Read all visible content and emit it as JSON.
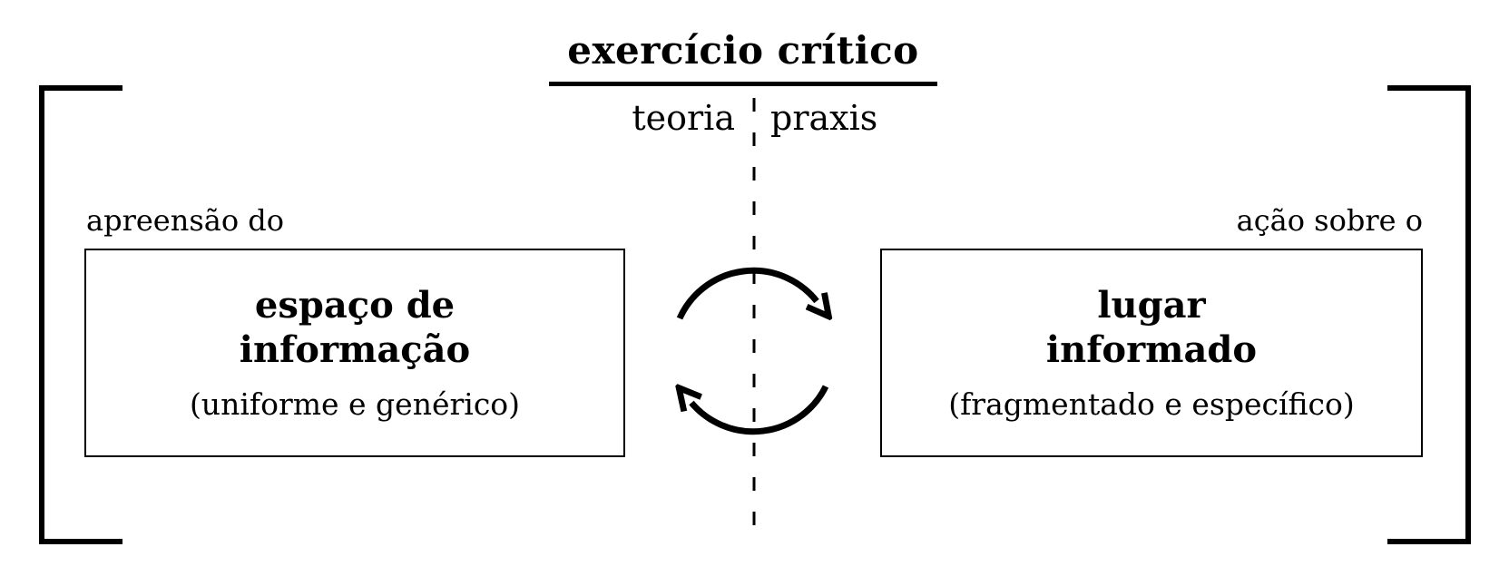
{
  "diagram": {
    "title": "exercício crítico",
    "axis": {
      "left_label": "teoria",
      "right_label": "praxis"
    },
    "left_side": {
      "annotation": "apreensão do",
      "box_title": "espaço de\ninformação",
      "box_subtitle": "(uniforme e genérico)"
    },
    "right_side": {
      "annotation": "ação sobre o",
      "box_title": "lugar\ninformado",
      "box_subtitle": "(fragmentado e específico)"
    },
    "icons": {
      "cycle_top": "clockwise-arc-arrow",
      "cycle_bottom": "counterclockwise-arc-arrow",
      "divider": "vertical-dashed-line",
      "frame": "square-brackets"
    },
    "colors": {
      "ink": "#000000",
      "background": "#ffffff"
    }
  }
}
